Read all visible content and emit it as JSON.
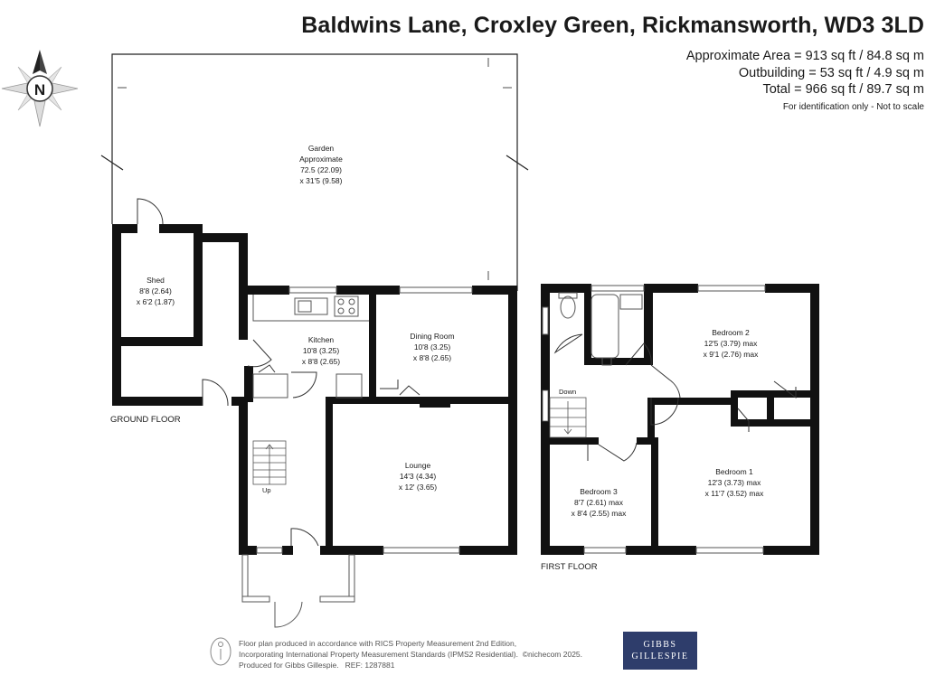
{
  "title": "Baldwins Lane, Croxley Green, Rickmansworth, WD3 3LD",
  "areas": {
    "approx": "Approximate Area = 913 sq ft / 84.8 sq m",
    "outbuilding": "Outbuilding = 53 sq ft / 4.9 sq m",
    "total": "Total = 966 sq ft / 89.7 sq m",
    "note": "For identification only - Not to scale"
  },
  "compass": {
    "label": "N"
  },
  "floors": {
    "ground": "GROUND FLOOR",
    "first": "FIRST FLOOR"
  },
  "rooms": {
    "garden": {
      "name": "Garden",
      "line2": "Approximate",
      "dim1": "72.5 (22.09)",
      "dim2": "x 31'5 (9.58)"
    },
    "shed": {
      "name": "Shed",
      "dim1": "8'8 (2.64)",
      "dim2": "x 6'2 (1.87)"
    },
    "kitchen": {
      "name": "Kitchen",
      "dim1": "10'8 (3.25)",
      "dim2": "x 8'8 (2.65)"
    },
    "dining": {
      "name": "Dining Room",
      "dim1": "10'8 (3.25)",
      "dim2": "x 8'8 (2.65)"
    },
    "lounge": {
      "name": "Lounge",
      "dim1": "14'3 (4.34)",
      "dim2": "x 12' (3.65)"
    },
    "bedroom2": {
      "name": "Bedroom 2",
      "dim1": "12'5 (3.79) max",
      "dim2": "x 9'1 (2.76) max"
    },
    "bedroom1": {
      "name": "Bedroom 1",
      "dim1": "12'3 (3.73) max",
      "dim2": "x 11'7 (3.52) max"
    },
    "bedroom3": {
      "name": "Bedroom 3",
      "dim1": "8'7 (2.61) max",
      "dim2": "x 8'4 (2.55) max"
    }
  },
  "stairs": {
    "up": "Up",
    "down": "Down"
  },
  "footer": {
    "line1": "Floor plan produced in accordance with RICS Property Measurement 2nd Edition,",
    "line2": "Incorporating International Property Measurement Standards (IPMS2 Residential).",
    "copyright": "©nichecom 2025.",
    "line3": "Produced for Gibbs Gillespie.",
    "ref": "REF: 1287881"
  },
  "logo": {
    "line1": "GIBBS",
    "line2": "GILLESPIE"
  }
}
